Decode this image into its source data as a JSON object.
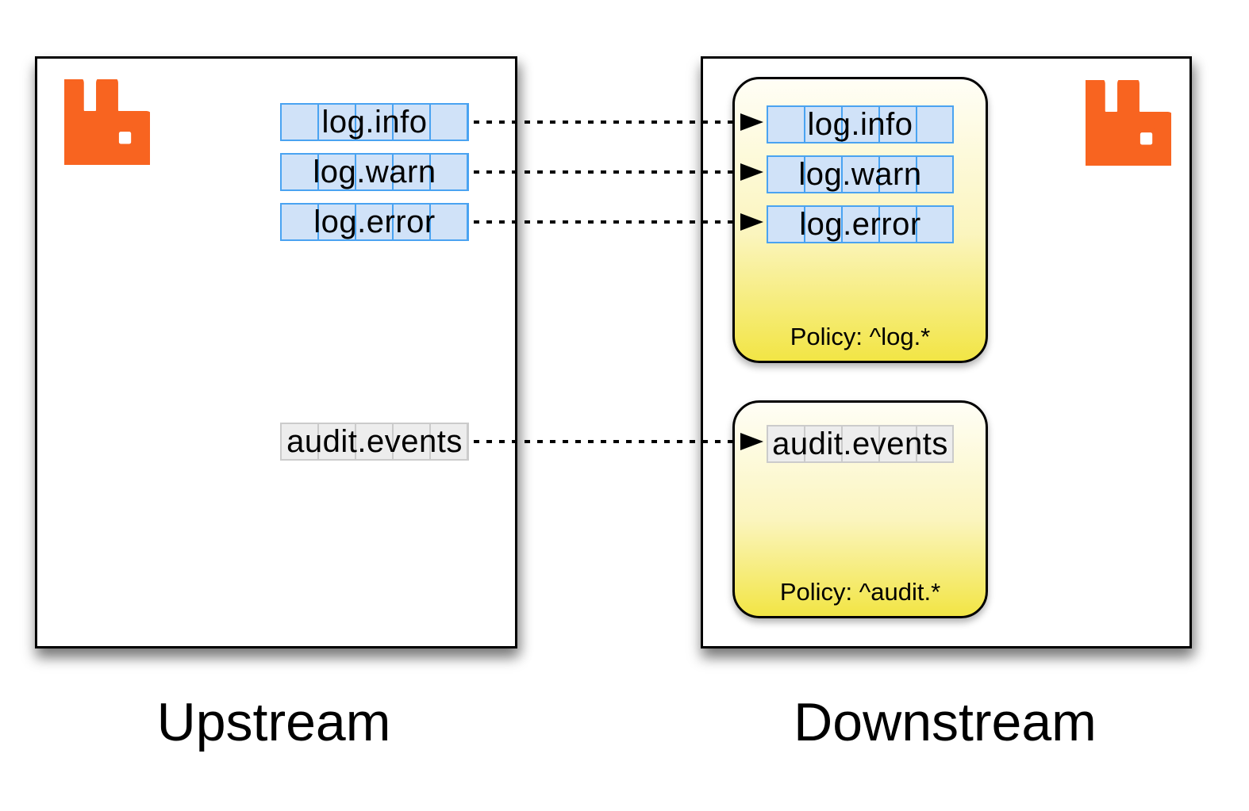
{
  "upstream": {
    "label": "Upstream",
    "queues": [
      {
        "name": "log.info"
      },
      {
        "name": "log.warn"
      },
      {
        "name": "log.error"
      },
      {
        "name": "audit.events"
      }
    ]
  },
  "downstream": {
    "label": "Downstream",
    "policies": [
      {
        "label": "Policy: ^log.*",
        "queues": [
          {
            "name": "log.info"
          },
          {
            "name": "log.warn"
          },
          {
            "name": "log.error"
          }
        ]
      },
      {
        "label": "Policy: ^audit.*",
        "queues": [
          {
            "name": "audit.events"
          }
        ]
      }
    ]
  },
  "icons": {
    "rabbitmq_logo": "rabbitmq-logo"
  },
  "colors": {
    "rabbit_orange": "#F86420",
    "federated_queue_border": "#4AA3F1",
    "federated_queue_fill": "#D0E2F8",
    "plain_queue_border": "#CBCBCB",
    "plain_queue_fill": "#EDEDED",
    "policy_yellow": "#F2E545",
    "line_black": "#000000"
  }
}
